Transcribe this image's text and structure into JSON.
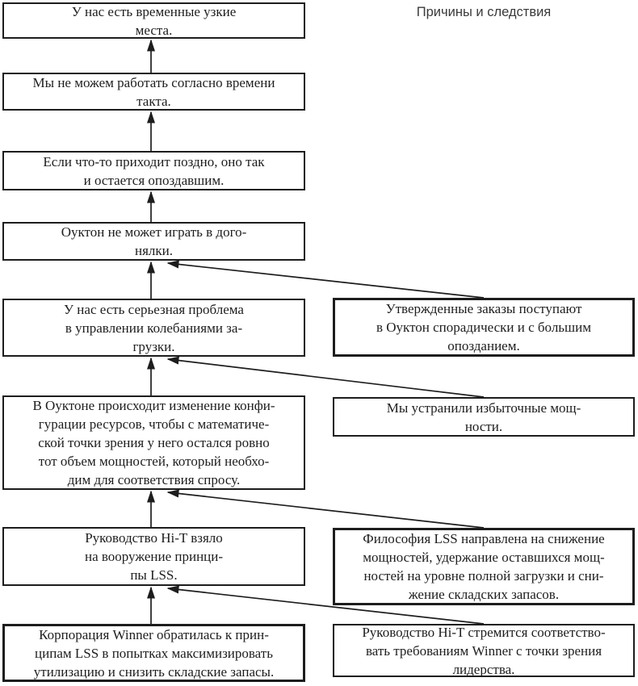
{
  "title": "Причины и следствия",
  "nodes": {
    "chain": [
      {
        "id": "temporary-bottlenecks",
        "label": "У нас есть временные узкие\nместа.",
        "emphasis": false
      },
      {
        "id": "cannot-work-to-takt",
        "label": "Мы не можем работать согласно времени\nтакта.",
        "emphasis": false
      },
      {
        "id": "late-stays-late",
        "label": "Если что-то приходит поздно, оно так\nи остается опоздавшим.",
        "emphasis": false
      },
      {
        "id": "oakton-cannot-catch-up",
        "label": "Оуктон не может играть в дого-\nнялки.",
        "emphasis": false
      },
      {
        "id": "load-fluctuation-problem",
        "label": "У нас есть серьезная проблема\nв управлении колебаниями за-\nгрузки.",
        "emphasis": false
      },
      {
        "id": "oakton-resource-reconfiguration",
        "label": "В Оуктоне происходит изменение конфи-\nгурации ресурсов, чтобы с математиче-\nской точки зрения у него остался ровно\nтот объем мощностей, который необхо-\nдим для соответствия спросу.",
        "emphasis": false
      },
      {
        "id": "hit-adopted-lss",
        "label": "Руководство Hi-T взяло\nна вооружение принци-\nпы LSS.",
        "emphasis": false
      },
      {
        "id": "winner-turned-to-lss",
        "label": "Корпорация Winner обратилась к прин-\nципам LSS в попытках максимизировать\nутилизацию и снизить складские запасы.",
        "emphasis": true
      }
    ],
    "causes": [
      {
        "id": "orders-arrive-sporadically",
        "label": "Утвержденные заказы поступают\nв Оуктон спорадически и с большим\nопозданием.",
        "emphasis": true
      },
      {
        "id": "removed-excess-capacity",
        "label": "Мы устранили избыточные мощ-\nности.",
        "emphasis": false
      },
      {
        "id": "lss-philosophy",
        "label": "Философия LSS направлена на снижение\nмощностей, удержание оставшихся мощ-\nностей на уровне полной загрузки и сни-\nжение складских запасов.",
        "emphasis": true
      },
      {
        "id": "hit-seeks-winner-compliance",
        "label": "Руководство Hi-T стремится соответство-\nвать требованиям Winner с точки зрения\nлидерства.",
        "emphasis": false
      }
    ]
  },
  "edges": [
    {
      "from": "cannot-work-to-takt",
      "to": "temporary-bottlenecks"
    },
    {
      "from": "late-stays-late",
      "to": "cannot-work-to-takt"
    },
    {
      "from": "oakton-cannot-catch-up",
      "to": "late-stays-late"
    },
    {
      "from": "load-fluctuation-problem",
      "to": "oakton-cannot-catch-up"
    },
    {
      "from": "orders-arrive-sporadically",
      "to": "oakton-cannot-catch-up"
    },
    {
      "from": "oakton-resource-reconfiguration",
      "to": "load-fluctuation-problem"
    },
    {
      "from": "removed-excess-capacity",
      "to": "load-fluctuation-problem"
    },
    {
      "from": "hit-adopted-lss",
      "to": "oakton-resource-reconfiguration"
    },
    {
      "from": "lss-philosophy",
      "to": "oakton-resource-reconfiguration"
    },
    {
      "from": "winner-turned-to-lss",
      "to": "hit-adopted-lss"
    },
    {
      "from": "hit-seeks-winner-compliance",
      "to": "hit-adopted-lss"
    }
  ],
  "colors": {
    "background": "#ffffff",
    "border": "#1d1d1d",
    "text": "#1e1e1e",
    "title_text": "#3a3a3a"
  }
}
